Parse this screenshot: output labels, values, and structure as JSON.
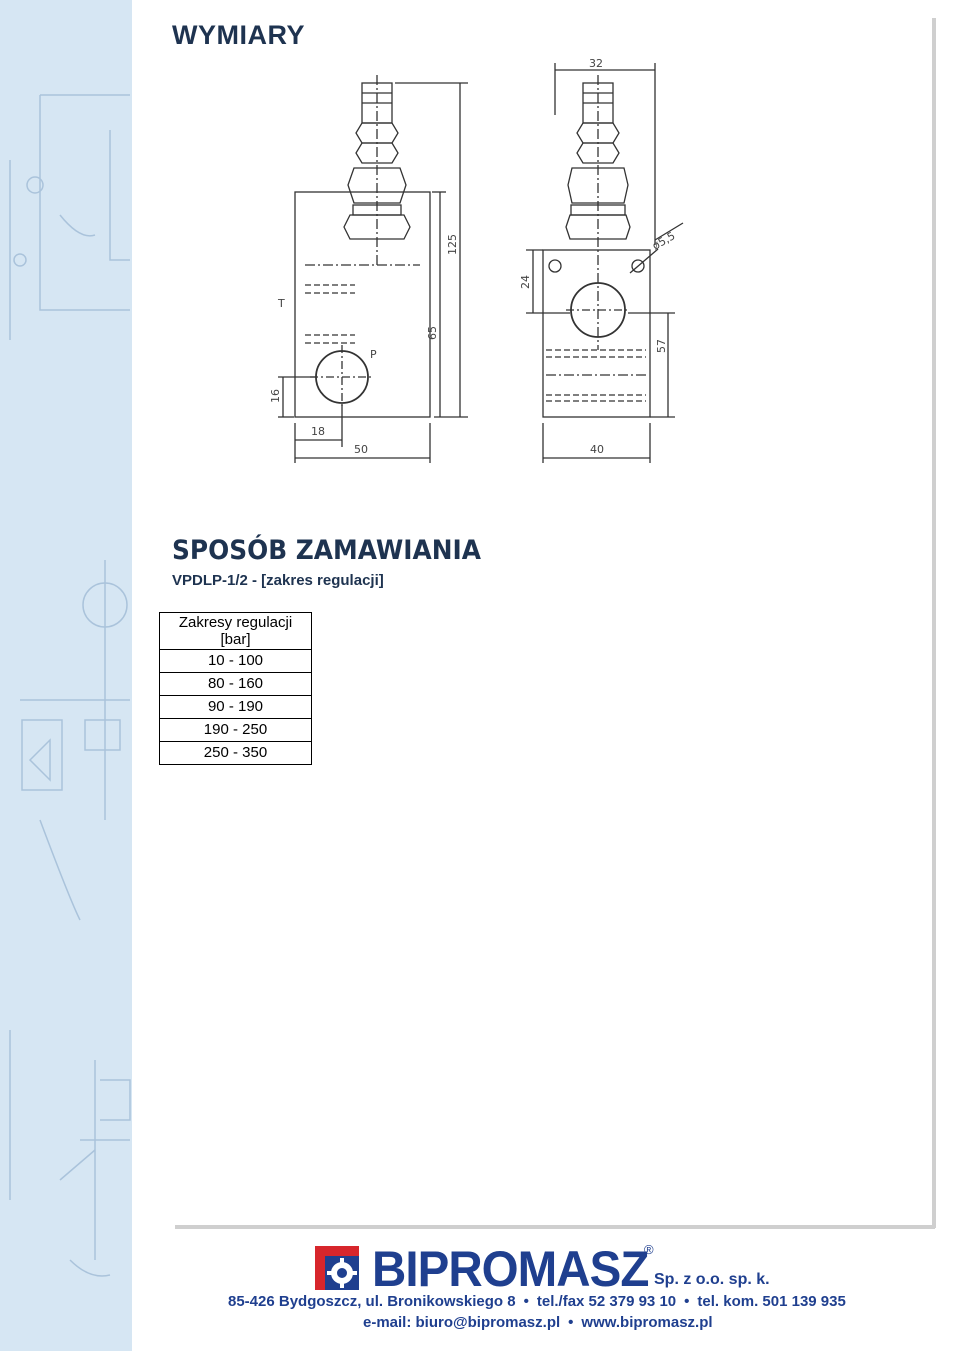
{
  "sections": {
    "dimensions_heading": "WYMIARY",
    "ordering_heading": "SPOSÓB ZAMAWIANIA",
    "order_code": "VPDLP-1/2 - [zakres regulacji]"
  },
  "drawing": {
    "port_t": "T",
    "port_p": "P",
    "dims": {
      "height_total": "125",
      "height_body": "65",
      "port_height": "16",
      "port_offset": "18",
      "width_front": "50",
      "top_width": "32",
      "hole_dia": "ø5,5",
      "hole_offset": "24",
      "side_height": "57",
      "width_side": "40"
    }
  },
  "ranges_table": {
    "header_line1": "Zakresy regulacji",
    "header_line2": "[bar]",
    "rows": [
      "10 - 100",
      "80 - 160",
      "90 - 190",
      "190 - 250",
      "250 - 350"
    ]
  },
  "footer": {
    "brand": "BIPROMASZ",
    "registered": "®",
    "legal_form": "Sp. z o.o. sp. k.",
    "address": "85-426 Bydgoszcz, ul. Bronikowskiego 8",
    "telfax": "tel./fax 52 379 93 10",
    "mobile": "tel. kom. 501 139 935",
    "email": "e-mail: biuro@bipromasz.pl",
    "website": "www.bipromasz.pl",
    "bullet": "•"
  },
  "colors": {
    "heading": "#1e3350",
    "brand_blue": "#1f3f8f",
    "logo_red": "#d7262c",
    "sidebar": "#d6e6f3"
  }
}
